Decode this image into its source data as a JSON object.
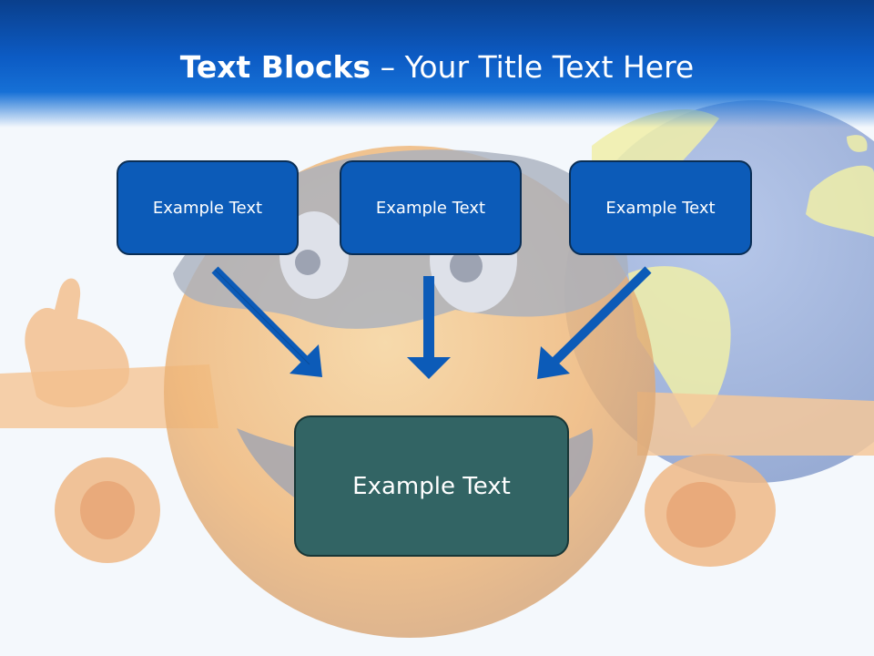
{
  "slide": {
    "title_bold": "Text Blocks",
    "title_dash": " – ",
    "title_rest": "Your Title Text Here"
  },
  "blocks": [
    {
      "label": "Example Text"
    },
    {
      "label": "Example Text"
    },
    {
      "label": "Example Text"
    }
  ],
  "main_block": {
    "label": "Example Text"
  },
  "colors": {
    "header_blue": "#0c5bc4",
    "block_blue": "#0c5bb8",
    "main_block_teal": "#326464",
    "arrow_blue": "#0c5bb8"
  },
  "background_image": "cartoon-airplane-with-globe"
}
